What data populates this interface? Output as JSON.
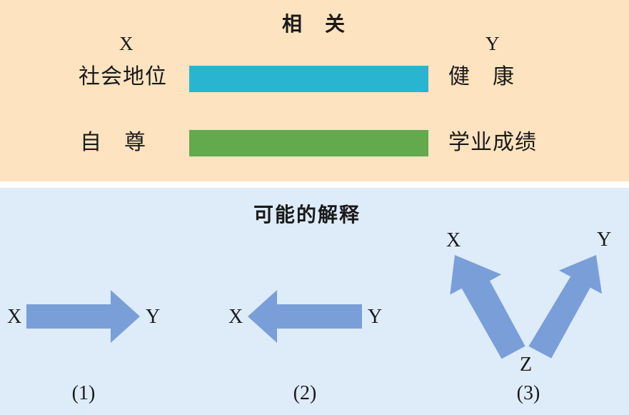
{
  "correlation": {
    "heading": "相　关",
    "x_header": "X",
    "y_header": "Y",
    "rows": [
      {
        "x": "社会地位",
        "y": "健　康",
        "color": "#29b5d1"
      },
      {
        "x": "自　尊",
        "y": "学业成绩",
        "color": "#62aa4c"
      }
    ]
  },
  "explanations": {
    "heading": "可能的解释",
    "arrow_color": "#7a9ed8",
    "items": [
      {
        "number": "(1)",
        "left_label": "X",
        "right_label": "Y"
      },
      {
        "number": "(2)",
        "left_label": "X",
        "right_label": "Y"
      },
      {
        "number": "(3)",
        "left_label": "X",
        "right_label": "Y",
        "source_label": "Z"
      }
    ]
  },
  "colors": {
    "top_panel": "#fde3bf",
    "bottom_panel": "#deebf8"
  }
}
